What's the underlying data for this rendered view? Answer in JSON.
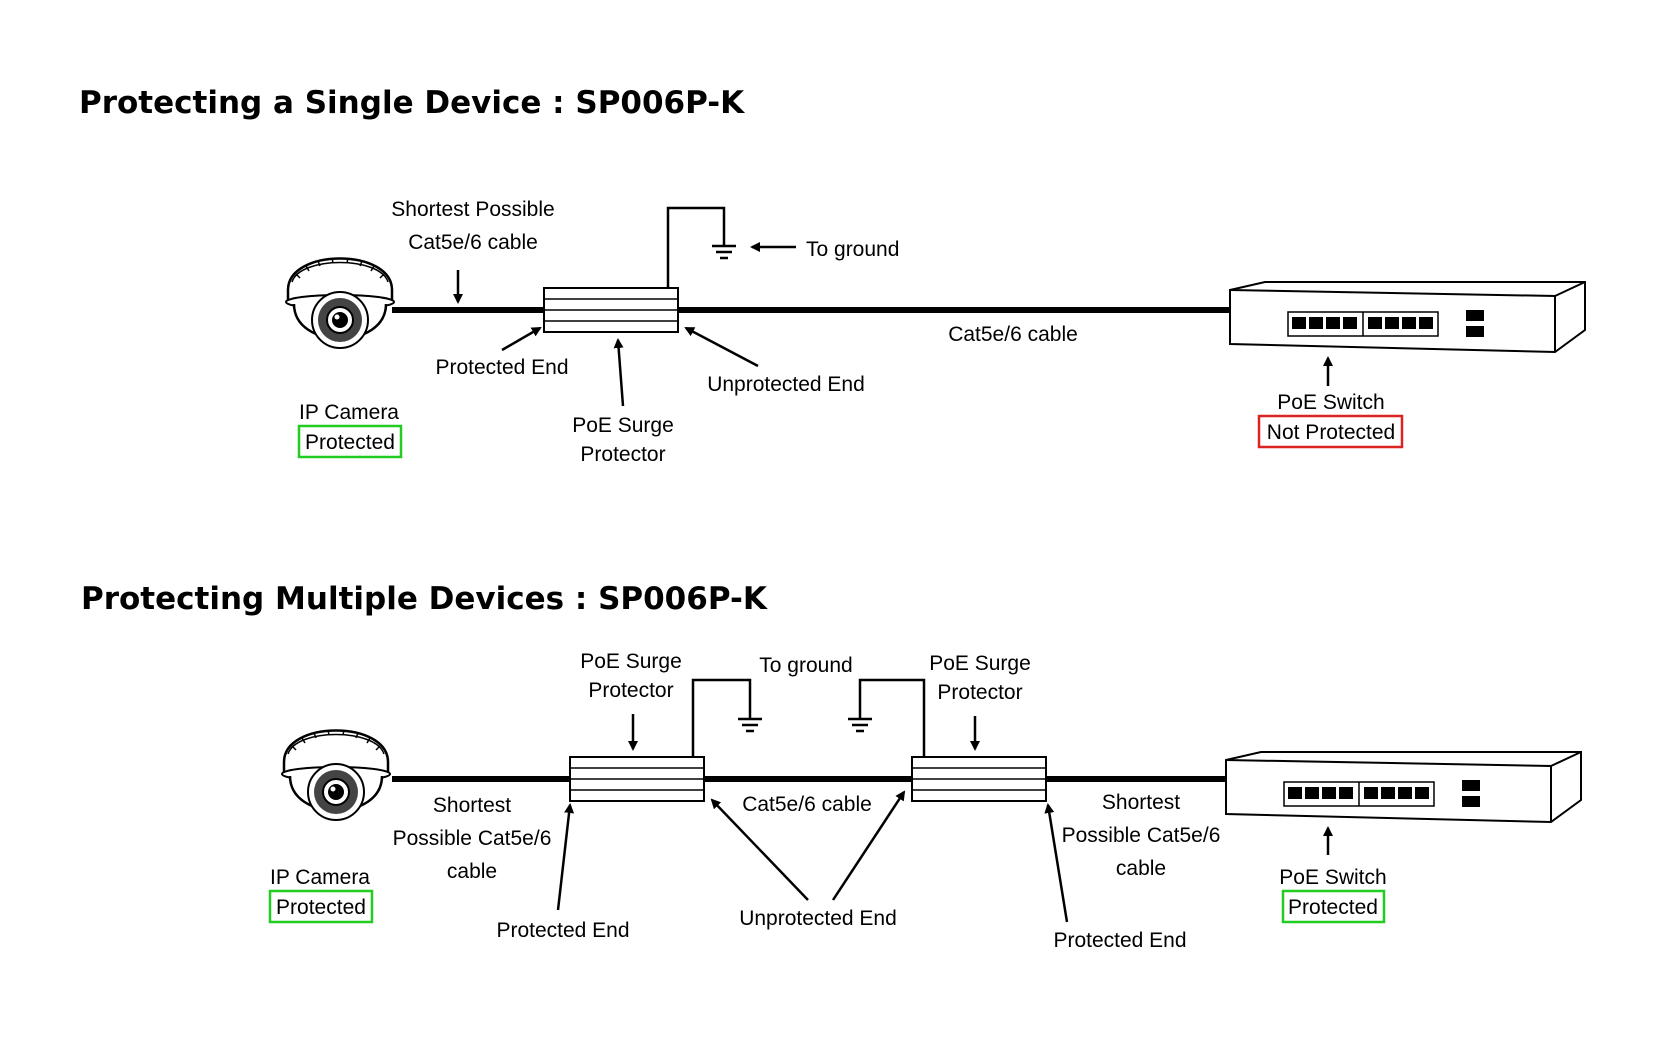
{
  "sections": {
    "single": {
      "title": "Protecting a Single Device : SP006P-K",
      "shortest_cable_line1": "Shortest Possible",
      "shortest_cable_line2": "Cat5e/6 cable",
      "to_ground": "To ground",
      "cat_cable": "Cat5e/6 cable",
      "protected_end": "Protected End",
      "unprotected_end": "Unprotected End",
      "surge_line1": "PoE Surge",
      "surge_line2": "Protector",
      "camera_label": "IP Camera",
      "camera_status": "Protected",
      "switch_label": "PoE Switch",
      "switch_status": "Not Protected"
    },
    "multiple": {
      "title": "Protecting Multiple Devices : SP006P-K",
      "surge_left_line1": "PoE Surge",
      "surge_left_line2": "Protector",
      "surge_right_line1": "PoE Surge",
      "surge_right_line2": "Protector",
      "to_ground": "To ground",
      "cat_cable": "Cat5e/6 cable",
      "shortest_left_line1": "Shortest",
      "shortest_left_line2": "Possible Cat5e/6",
      "shortest_left_line3": "cable",
      "shortest_right_line1": "Shortest",
      "shortest_right_line2": "Possible Cat5e/6",
      "shortest_right_line3": "cable",
      "protected_end_left": "Protected End",
      "protected_end_right": "Protected End",
      "unprotected_end": "Unprotected End",
      "camera_label": "IP Camera",
      "camera_status": "Protected",
      "switch_label": "PoE Switch",
      "switch_status": "Protected"
    }
  },
  "colors": {
    "protected": "#22cc22",
    "not_protected": "#dd2222"
  },
  "icons": {
    "camera": "dome-camera-icon",
    "switch": "poe-switch-icon",
    "ground": "ground-symbol-icon",
    "surge": "surge-protector-icon"
  }
}
